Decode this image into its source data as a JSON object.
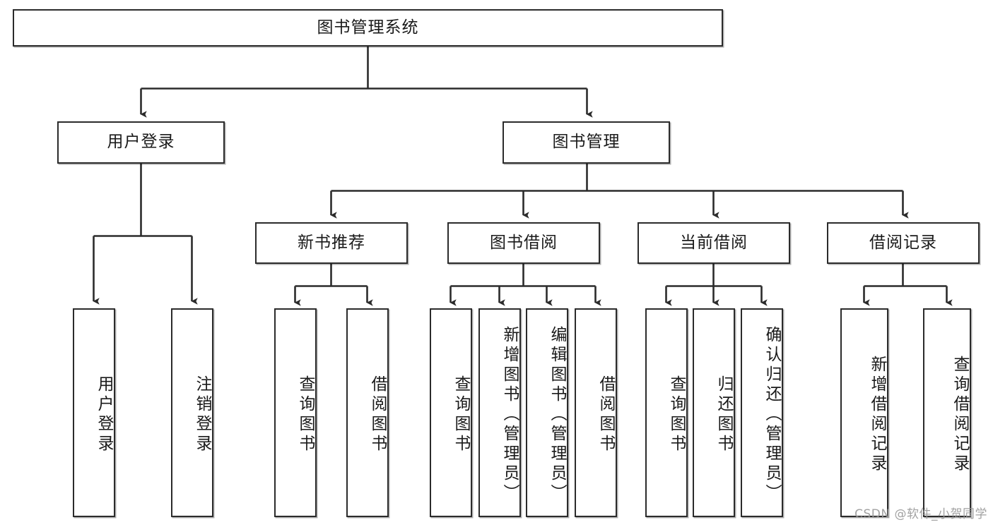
{
  "diagram": {
    "title": "图书管理系统",
    "type": "tree-hierarchy-chart",
    "root": {
      "id": "root",
      "label": "图书管理系统"
    },
    "level2": [
      {
        "id": "user-login",
        "label": "用户登录"
      },
      {
        "id": "book-admin",
        "label": "图书管理"
      }
    ],
    "level3": [
      {
        "id": "new-book-rec",
        "label": "新书推荐"
      },
      {
        "id": "book-borrow",
        "label": "图书借阅"
      },
      {
        "id": "current-borrow",
        "label": "当前借阅"
      },
      {
        "id": "borrow-record",
        "label": "借阅记录"
      }
    ],
    "leaves": {
      "user_login": [
        {
          "id": "leaf-user-login",
          "label": "用户登录"
        },
        {
          "id": "leaf-logout-login",
          "label": "注销登录"
        }
      ],
      "new_book_rec": [
        {
          "id": "leaf-query-book-1",
          "label": "查询图书"
        },
        {
          "id": "leaf-borrow-book-1",
          "label": "借阅图书"
        }
      ],
      "book_borrow": [
        {
          "id": "leaf-query-book-2",
          "label": "查询图书"
        },
        {
          "id": "leaf-add-book",
          "label": "新增图书（管理员）"
        },
        {
          "id": "leaf-edit-book",
          "label": "编辑图书（管理员）"
        },
        {
          "id": "leaf-borrow-book-2",
          "label": "借阅图书"
        }
      ],
      "current_borrow": [
        {
          "id": "leaf-query-book-3",
          "label": "查询图书"
        },
        {
          "id": "leaf-return-book",
          "label": "归还图书"
        },
        {
          "id": "leaf-confirm-return",
          "label": "确认归还（管理员）"
        }
      ],
      "borrow_record": [
        {
          "id": "leaf-add-record",
          "label": "新增借阅记录"
        },
        {
          "id": "leaf-query-record",
          "label": "查询借阅记录"
        }
      ]
    }
  },
  "watermark": {
    "text": "CSDN @软件_小贺同学"
  },
  "colors": {
    "stroke": "#2b2b2b",
    "box_fill": "#ffffff",
    "text": "#1a1a1a",
    "background": "#ffffff",
    "watermark": "#9a9a9a"
  }
}
